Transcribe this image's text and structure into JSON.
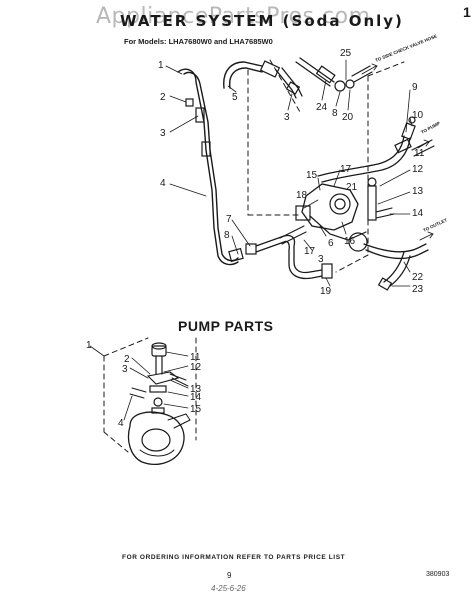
{
  "header": {
    "watermark": "AppliancePartsPros.com",
    "title": "WATER SYSTEM (Soda Only)",
    "models": "For Models: LHA7680W0 and LHA7685W0",
    "corner_mark": "1"
  },
  "water_system": {
    "callouts": [
      "1",
      "2",
      "3",
      "4",
      "5",
      "3",
      "24",
      "8",
      "20",
      "25",
      "7",
      "8",
      "9",
      "10",
      "11",
      "12",
      "13",
      "14",
      "15",
      "17",
      "21",
      "18",
      "6",
      "16",
      "17",
      "3",
      "19",
      "22",
      "23"
    ],
    "notes": {
      "to_side_check_valve_hose": "TO SIDE CHECK VALVE HOSE",
      "to_pump": "TO PUMP",
      "to_outlet": "TO OUTLET"
    }
  },
  "pump_parts": {
    "title": "PUMP PARTS",
    "callouts": [
      "1",
      "2",
      "3",
      "4",
      "11",
      "12",
      "13",
      "14",
      "15"
    ]
  },
  "footer": {
    "ordering_info": "FOR ORDERING INFORMATION REFER TO PARTS PRICE LIST",
    "page_number": "9",
    "doc_code": "380903",
    "handwritten_note": "4-25-6-26"
  },
  "colors": {
    "ink": "#1a1a1a",
    "watermark": "#b8b8b8"
  }
}
